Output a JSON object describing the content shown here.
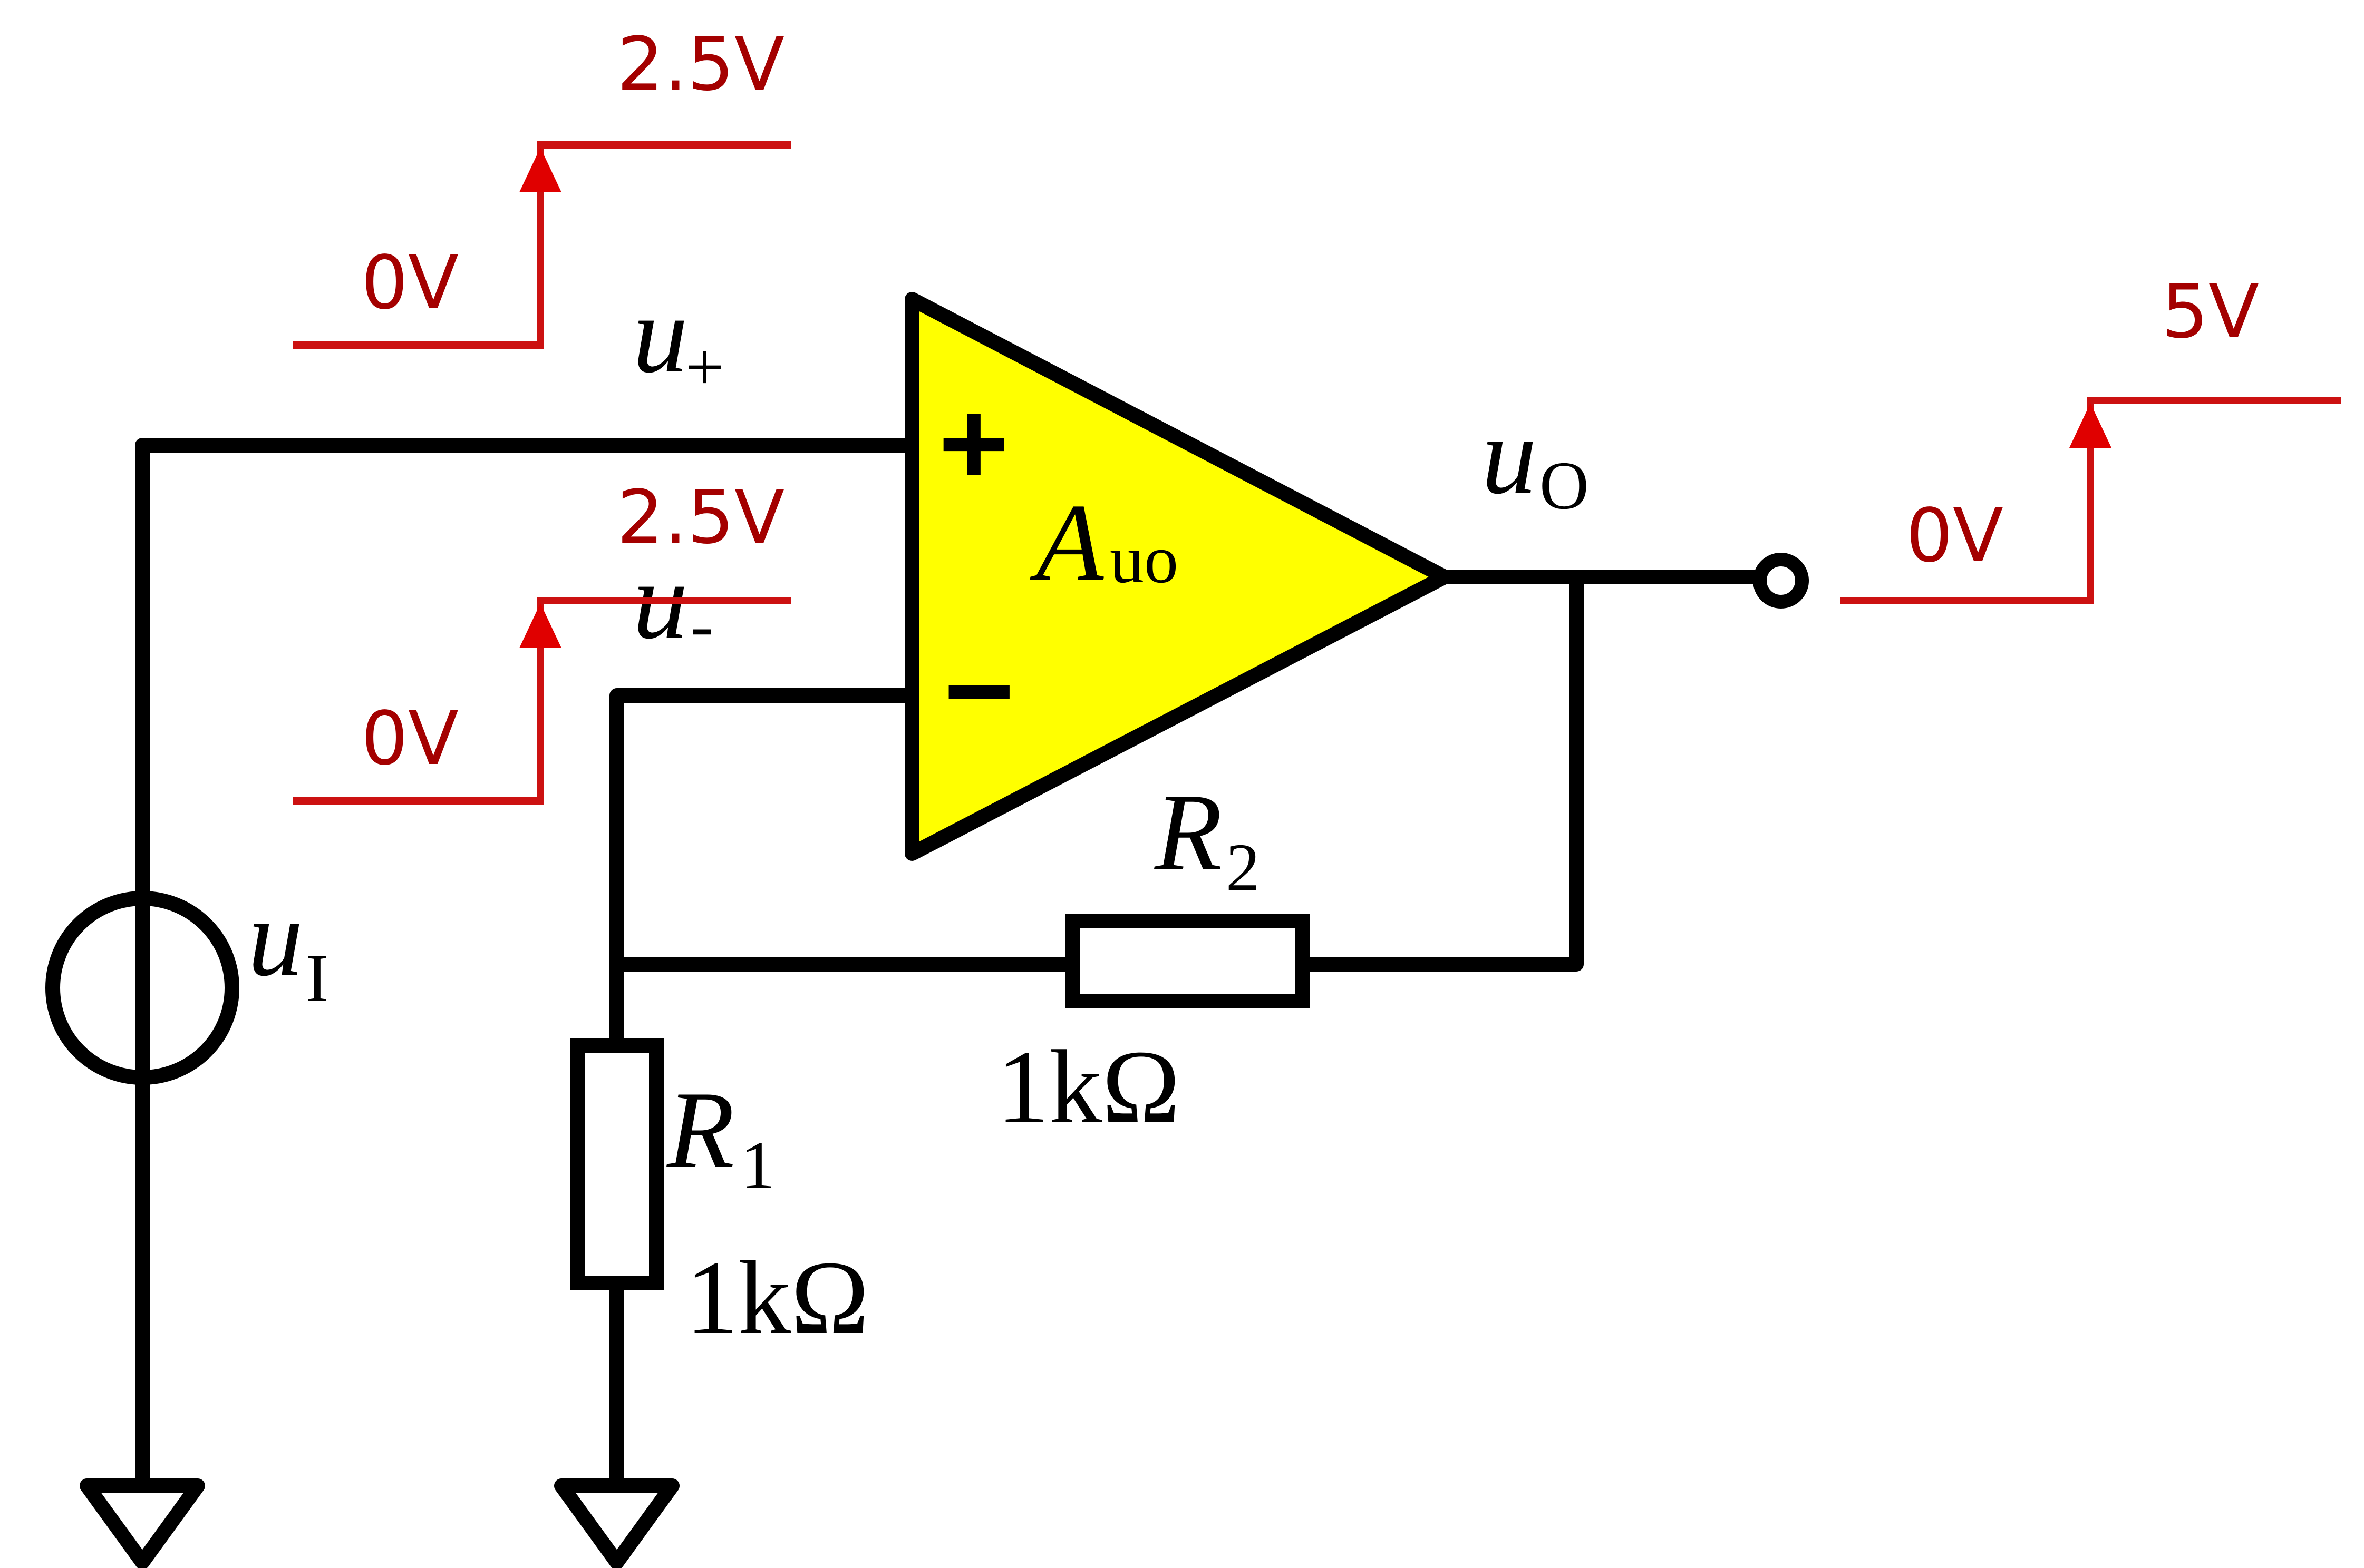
{
  "opamp": {
    "gain_symbol": "A",
    "gain_subscript": "uo",
    "plus_sign": "+",
    "minus_sign": "−",
    "fill_color": "#ffff00"
  },
  "nodes": {
    "u_plus": {
      "symbol": "u",
      "subscript": "+"
    },
    "u_minus": {
      "symbol": "u",
      "subscript": "-"
    },
    "u_out": {
      "symbol": "u",
      "subscript": "O"
    },
    "u_in": {
      "symbol": "u",
      "subscript": "I"
    }
  },
  "resistors": {
    "r1": {
      "symbol": "R",
      "subscript": "1",
      "value": "1kΩ"
    },
    "r2": {
      "symbol": "R",
      "subscript": "2",
      "value": "1kΩ"
    }
  },
  "waveforms": {
    "plus": {
      "low": "0V",
      "high": "2.5V"
    },
    "minus": {
      "low": "0V",
      "high": "2.5V"
    },
    "output": {
      "low": "0V",
      "high": "5V"
    },
    "color": "#cc1111"
  }
}
